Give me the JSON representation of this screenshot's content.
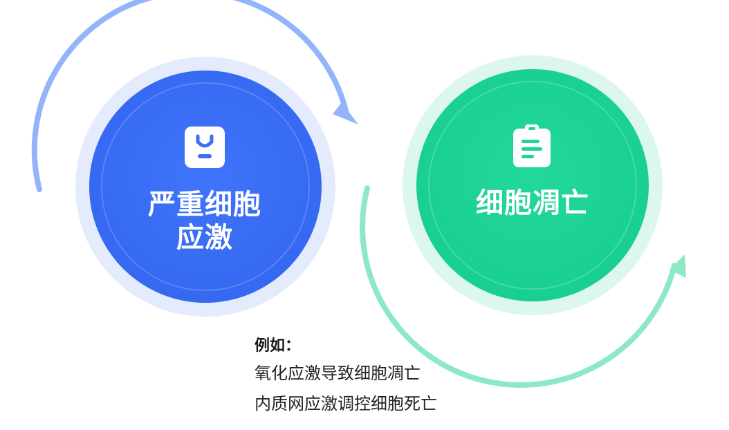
{
  "colors": {
    "blue": "#3b6ef7",
    "blue_ring": "#e3ebfd",
    "blue_arrow": "#94b4fa",
    "green": "#1fd497",
    "green_ring": "#dcf7ed",
    "green_arrow": "#8ce8c5"
  },
  "nodes": [
    {
      "label_line1": "严重细胞",
      "label_line2": "应激",
      "icon": "stress-bag-icon"
    },
    {
      "label_line1": "细胞凋亡",
      "icon": "clipboard-icon"
    }
  ],
  "example": {
    "title": "例如：",
    "lines": [
      "氧化应激导致细胞凋亡",
      "内质网应激调控细胞死亡"
    ]
  }
}
